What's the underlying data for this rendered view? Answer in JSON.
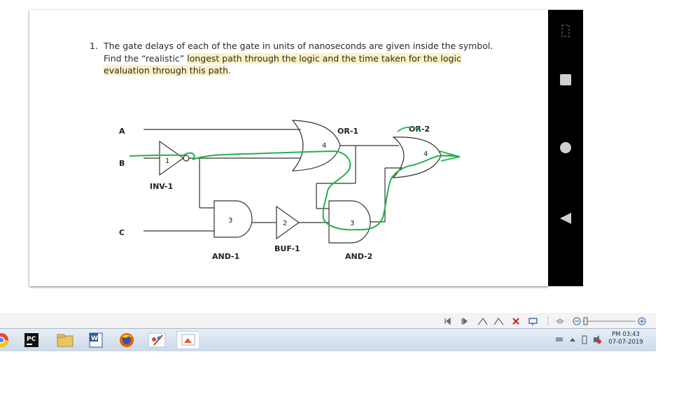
{
  "question": {
    "number": "1.",
    "line1": "The gate delays of each of the gate in units of nanoseconds are given inside the symbol.",
    "line2_plain": "Find the “realistic” ",
    "line2_highlight": "longest path through the logic and the time taken for the logic",
    "line3_highlight": "evaluation through this path",
    "line3_end": "."
  },
  "circuit": {
    "inputs": [
      "A",
      "B",
      "C"
    ],
    "gates": [
      {
        "id": "INV-1",
        "type": "not",
        "delay": "1"
      },
      {
        "id": "AND-1",
        "type": "and",
        "delay": "3"
      },
      {
        "id": "BUF-1",
        "type": "buffer",
        "delay": "2"
      },
      {
        "id": "OR-1",
        "type": "or",
        "delay": "4"
      },
      {
        "id": "AND-2",
        "type": "and",
        "delay": "3"
      },
      {
        "id": "OR-2",
        "type": "or",
        "delay": "4"
      }
    ],
    "annotation_color": "#22b14c"
  },
  "nav": {
    "icons": [
      "rotate-icon",
      "square-icon",
      "home-circle-icon",
      "back-triangle-icon"
    ]
  },
  "viewer_toolbar": {
    "icons": [
      "first-page-icon",
      "next-page-icon",
      "rotate-left-icon",
      "rotate-right-icon",
      "delete-icon",
      "slideshow-icon",
      "fit-icon",
      "zoom-out-icon",
      "zoom-slider",
      "zoom-in-icon"
    ]
  },
  "taskbar": {
    "apps": [
      "chrome-icon",
      "pycharm-icon",
      "file-explorer-icon",
      "word-icon",
      "firefox-icon",
      "paint-icon",
      "photo-viewer-icon"
    ],
    "pycharm_label": "PC",
    "word_label": "W",
    "clock_time": "PM 03:43",
    "clock_date": "07-07-2019"
  }
}
